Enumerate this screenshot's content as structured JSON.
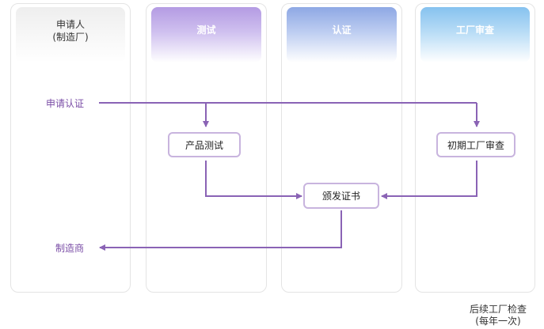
{
  "lanes": [
    {
      "title": "申请人",
      "subtitle": "(制造厂)"
    },
    {
      "title": "测试"
    },
    {
      "title": "认证"
    },
    {
      "title": "工厂审查"
    }
  ],
  "flow": {
    "apply_label": "申请认证",
    "manufacturer_label": "制造商",
    "product_test": "产品测试",
    "initial_factory_review": "初期工厂审查",
    "issue_certificate": "颁发证书"
  },
  "footnote": {
    "line1": "后续工厂检查",
    "line2": "(每年一次)"
  },
  "colors": {
    "arrow": "#8a63b5",
    "node_border": "#c8b4de",
    "label_text": "#7a4da6"
  }
}
